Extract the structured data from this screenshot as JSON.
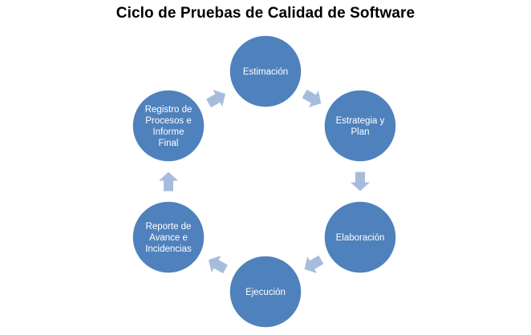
{
  "title": "Ciclo de Pruebas de Calidad de Software",
  "colors": {
    "node_fill": "#4f81bd",
    "arrow_fill": "#a7bcdd",
    "text": "#ffffff"
  },
  "nodes": [
    {
      "id": "estimacion",
      "lines": [
        "Estimación"
      ]
    },
    {
      "id": "estrategia",
      "lines": [
        "Estrategia y",
        "Plan"
      ]
    },
    {
      "id": "elaboracion",
      "lines": [
        "Elaboración"
      ]
    },
    {
      "id": "ejecucion",
      "lines": [
        "Ejecución"
      ]
    },
    {
      "id": "reporte",
      "lines": [
        "Reporte de",
        "Avance e",
        "Incidencias"
      ]
    },
    {
      "id": "registro",
      "lines": [
        "Registro de",
        "Procesos e",
        "Informe",
        "Final"
      ]
    }
  ]
}
